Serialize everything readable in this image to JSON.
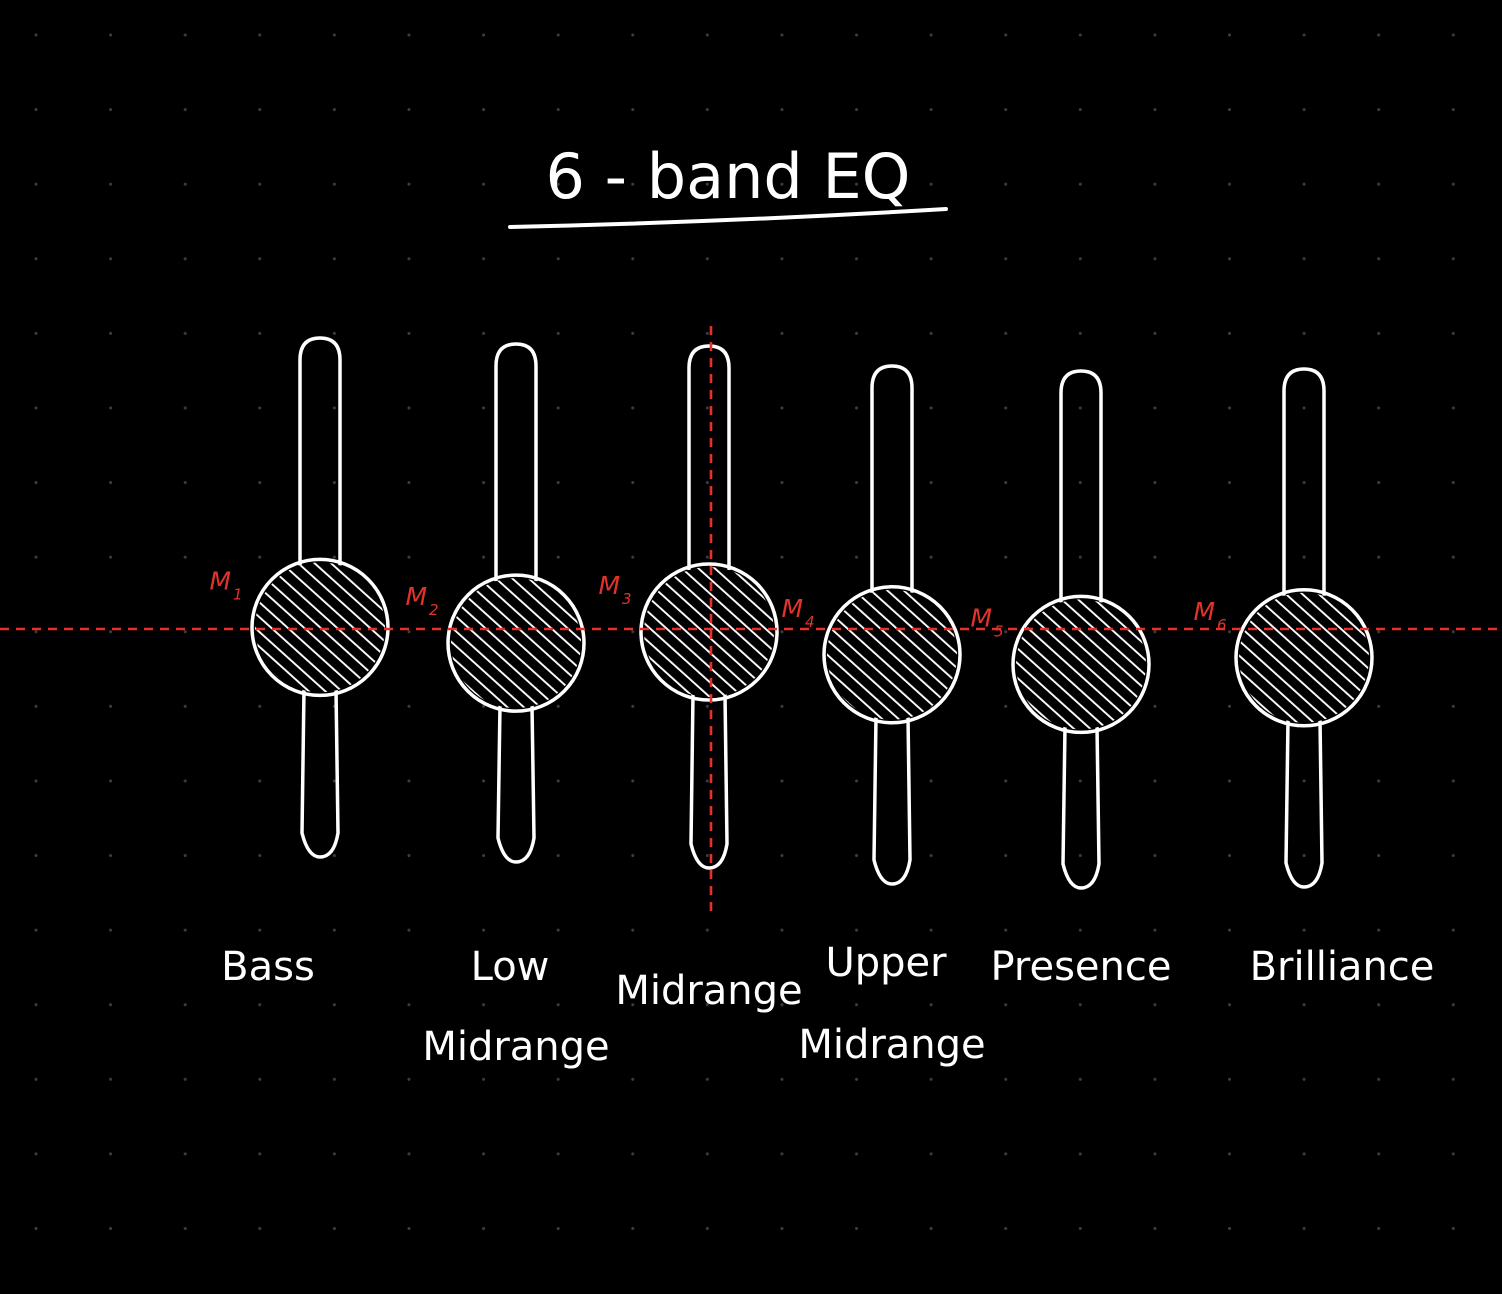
{
  "title": "6 - band EQ",
  "colors": {
    "background": "#000000",
    "ink": "#ffffff",
    "guide": "#e2332b"
  },
  "bands": [
    {
      "name": "Bass",
      "label_lines": [
        "Bass"
      ],
      "marker": "M",
      "marker_sub": "1",
      "level": 0.6
    },
    {
      "name": "Low Midrange",
      "label_lines": [
        "Low",
        "Midrange"
      ],
      "marker": "M",
      "marker_sub": "2",
      "level": 0.62
    },
    {
      "name": "Midrange",
      "label_lines": [
        "Midrange"
      ],
      "marker": "M",
      "marker_sub": "3",
      "level": 0.59
    },
    {
      "name": "Upper Midrange",
      "label_lines": [
        "Upper",
        "Midrange"
      ],
      "marker": "M",
      "marker_sub": "4",
      "level": 0.6
    },
    {
      "name": "Presence",
      "label_lines": [
        "Presence"
      ],
      "marker": "M",
      "marker_sub": "5",
      "level": 0.61
    },
    {
      "name": "Brilliance",
      "label_lines": [
        "Brilliance"
      ],
      "marker": "M",
      "marker_sub": "6",
      "level": 0.6
    }
  ]
}
